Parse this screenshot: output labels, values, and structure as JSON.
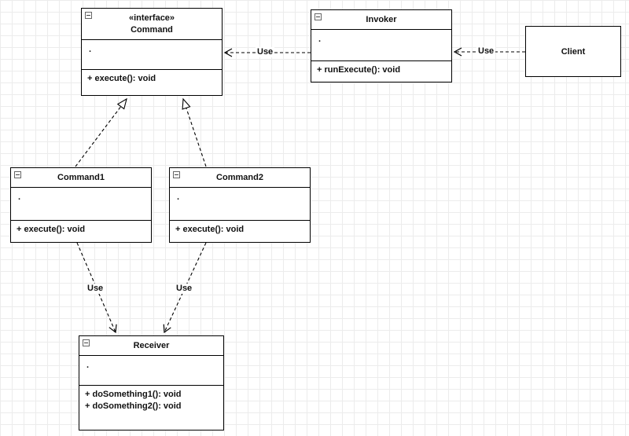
{
  "canvas": {
    "background": "#ffffff",
    "grid_color": "#ececec",
    "stroke_color": "#000000"
  },
  "icons": {
    "class_header_icon": "collapse-box"
  },
  "classes": {
    "command": {
      "stereotype": "«interface»",
      "name": "Command",
      "attributes": ".",
      "methods": [
        "+ execute(): void"
      ]
    },
    "invoker": {
      "name": "Invoker",
      "attributes": ".",
      "methods": [
        "+ runExecute(): void"
      ]
    },
    "client": {
      "name": "Client"
    },
    "command1": {
      "name": "Command1",
      "attributes": ".",
      "methods": [
        "+ execute(): void"
      ]
    },
    "command2": {
      "name": "Command2",
      "attributes": ".",
      "methods": [
        "+ execute(): void"
      ]
    },
    "receiver": {
      "name": "Receiver",
      "attributes": ".",
      "methods": [
        "+ doSomething1(): void",
        "+ doSomething2(): void"
      ]
    }
  },
  "edge_labels": {
    "invoker_command": "Use",
    "client_invoker": "Use",
    "command1_receiver": "Use",
    "command2_receiver": "Use"
  }
}
